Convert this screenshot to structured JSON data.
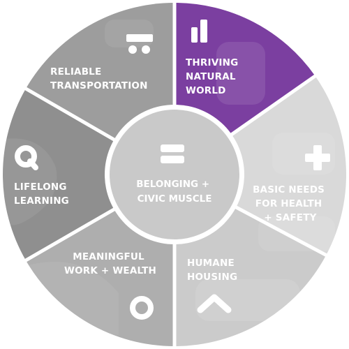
{
  "diagram": {
    "center": {
      "lines": [
        "BELONGING +",
        "CIVIC MUSCLE"
      ],
      "icon": "equals-icon",
      "color": "#c9c9c9"
    },
    "segments": [
      {
        "id": "thriving-natural-world",
        "lines": [
          "THRIVING",
          "NATURAL",
          "WORLD"
        ],
        "icon": "bar-chart-icon",
        "color": "#7b3fa0",
        "highlighted": true
      },
      {
        "id": "basic-needs",
        "lines": [
          "BASIC NEEDS",
          "FOR HEALTH",
          "+ SAFETY"
        ],
        "icon": "plus-icon",
        "color": "#d9d9d9",
        "highlighted": false
      },
      {
        "id": "humane-housing",
        "lines": [
          "HUMANE",
          "HOUSING"
        ],
        "icon": "chevron-up-icon",
        "color": "#cbcbcb",
        "highlighted": false
      },
      {
        "id": "meaningful-work",
        "lines": [
          "MEANINGFUL",
          "WORK + WEALTH"
        ],
        "icon": "ring-icon",
        "color": "#aeaeae",
        "highlighted": false
      },
      {
        "id": "lifelong-learning",
        "lines": [
          "LIFELONG",
          "LEARNING"
        ],
        "icon": "magnifier-icon",
        "color": "#8f8f8f",
        "highlighted": false
      },
      {
        "id": "reliable-transportation",
        "lines": [
          "RELIABLE",
          "TRANSPORTATION"
        ],
        "icon": "vehicle-icon",
        "color": "#9d9d9d",
        "highlighted": false
      }
    ],
    "divider_color": "#ffffff"
  }
}
